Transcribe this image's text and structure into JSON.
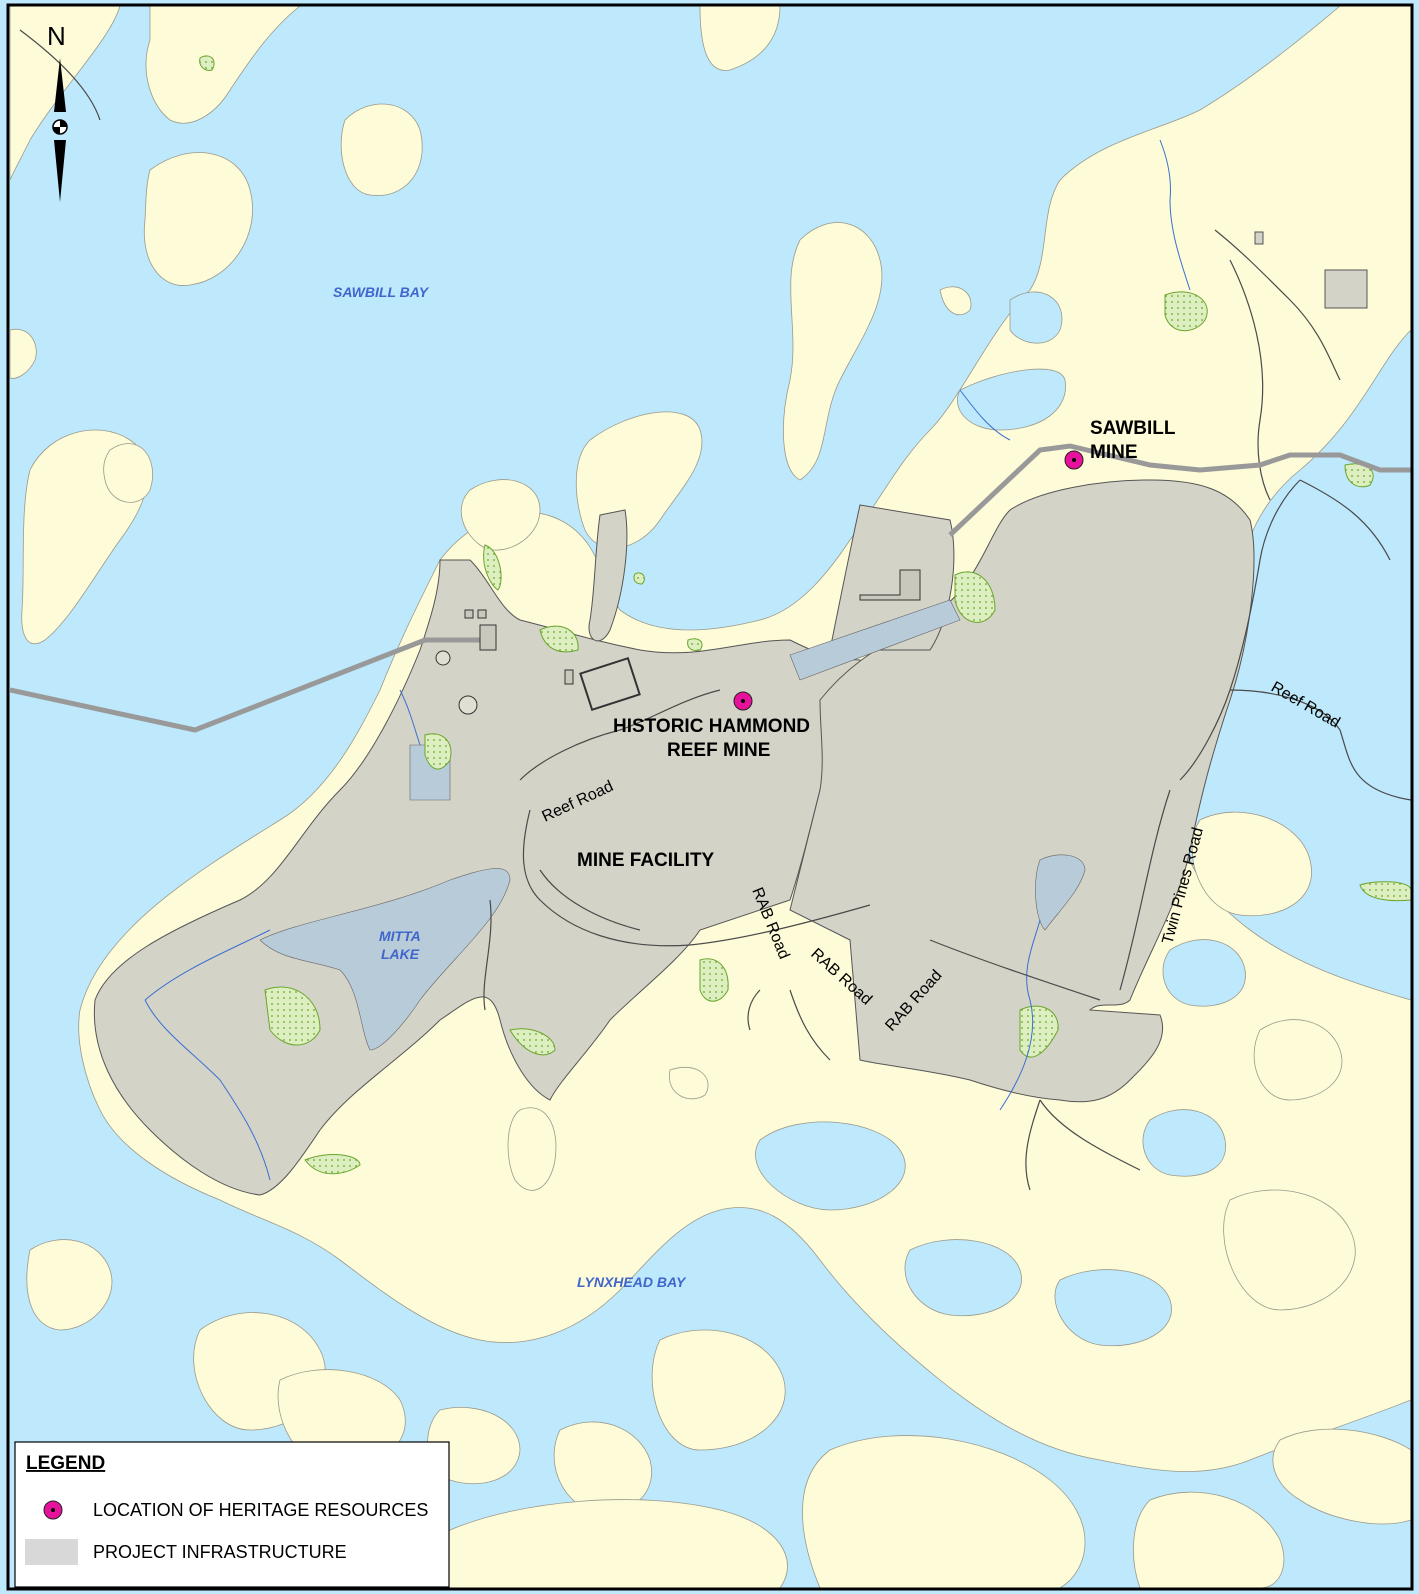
{
  "map": {
    "north_label": "N",
    "water_labels": {
      "sawbill_bay": "SAWBILL BAY",
      "lynxhead_bay": "LYNXHEAD BAY",
      "mitta_lake_line1": "MITTA",
      "mitta_lake_line2": "LAKE"
    },
    "site_labels": {
      "sawbill_mine_line1": "SAWBILL",
      "sawbill_mine_line2": "MINE",
      "hammond_line1": "HISTORIC HAMMOND",
      "hammond_line2": "REEF MINE",
      "mine_facility": "MINE FACILITY"
    },
    "road_labels": {
      "reef_road_west": "Reef Road",
      "reef_road_east": "Reef Road",
      "rab_road_1": "RAB Road",
      "rab_road_2": "RAB Road",
      "rab_road_3": "RAB Road",
      "twin_pines_road": "Twin Pines Road"
    },
    "colors": {
      "water": "#bee8fb",
      "land": "#fefbd8",
      "infrastructure": "#d4d3c8",
      "infra_water": "#b8cbd9",
      "heritage_marker": "#e6129b",
      "wetland": "#8ac14a",
      "water_label": "#4066cc",
      "stream": "#3a6fd1"
    }
  },
  "legend": {
    "title": "LEGEND",
    "items": [
      {
        "symbol": "heritage-marker",
        "label": "LOCATION OF HERITAGE RESOURCES"
      },
      {
        "symbol": "infrastructure-swatch",
        "label": "PROJECT INFRASTRUCTURE"
      }
    ]
  }
}
